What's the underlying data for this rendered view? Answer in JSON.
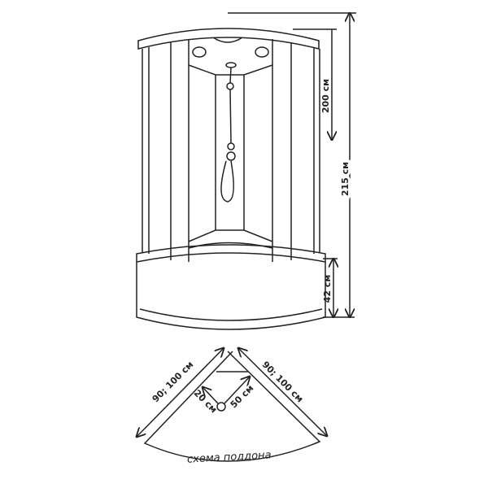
{
  "dimensions": {
    "total_height": "215 см",
    "cabin_height": "200 см",
    "tray_height": "42 см",
    "side_left": "90; 100 см",
    "side_right": "90; 100 см",
    "drain_offset_side": "20 см",
    "drain_offset_corner": "50 см"
  },
  "plan_caption": "схема поддона"
}
